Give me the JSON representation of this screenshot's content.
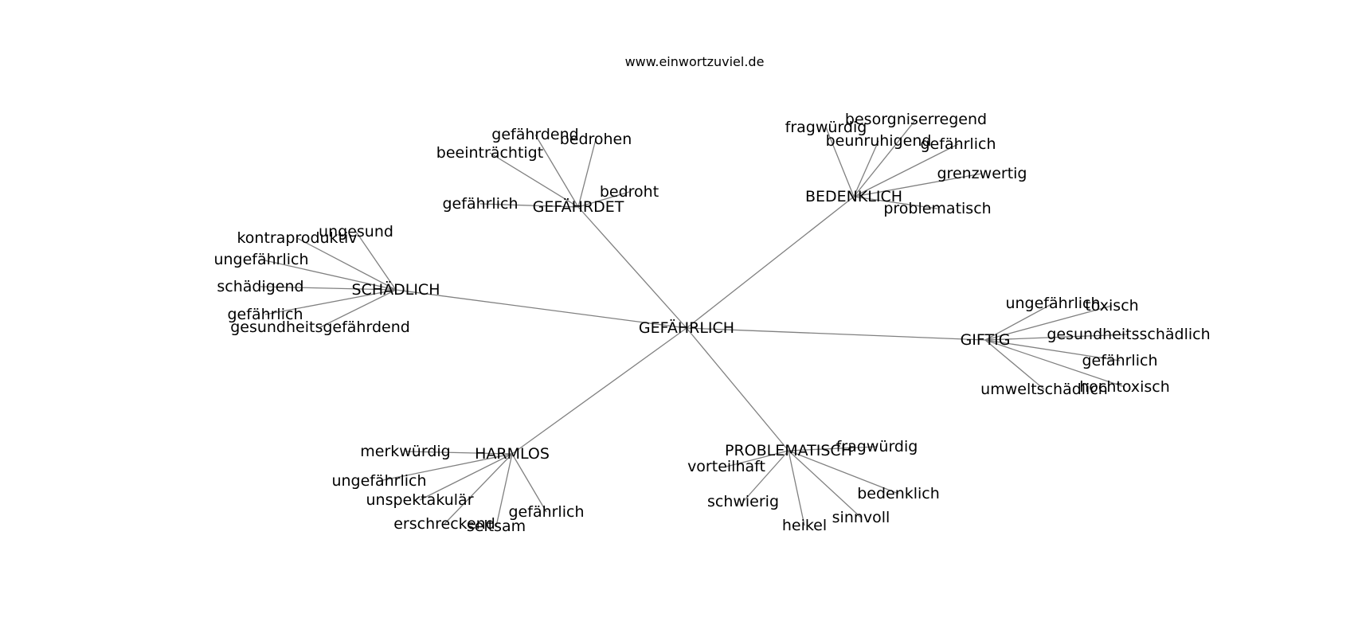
{
  "header": {
    "site": "www.einwortzuviel.de"
  },
  "center": {
    "id": "root",
    "label": "GEFÄHRLICH"
  },
  "nodes": [
    {
      "id": "root",
      "label": "GEFÄHRLICH"
    },
    {
      "id": "h1",
      "label": "GEFÄHRDET"
    },
    {
      "id": "h2",
      "label": "BEDENKLICH"
    },
    {
      "id": "h3",
      "label": "SCHÄDLICH"
    },
    {
      "id": "h4",
      "label": "GIFTIG"
    },
    {
      "id": "h5",
      "label": "HARMLOS"
    },
    {
      "id": "h6",
      "label": "PROBLEMATISCH"
    },
    {
      "id": "h1a",
      "label": "gefährdend"
    },
    {
      "id": "h1b",
      "label": "bedrohen"
    },
    {
      "id": "h1c",
      "label": "beeinträchtigt"
    },
    {
      "id": "h1d",
      "label": "bedroht"
    },
    {
      "id": "h1e",
      "label": "gefährlich"
    },
    {
      "id": "h2a",
      "label": "besorgniserregend"
    },
    {
      "id": "h2b",
      "label": "fragwürdig"
    },
    {
      "id": "h2c",
      "label": "beunruhigend"
    },
    {
      "id": "h2d",
      "label": "gefährlich"
    },
    {
      "id": "h2e",
      "label": "grenzwertig"
    },
    {
      "id": "h2f",
      "label": "problematisch"
    },
    {
      "id": "h3a",
      "label": "ungesund"
    },
    {
      "id": "h3b",
      "label": "kontraproduktiv"
    },
    {
      "id": "h3c",
      "label": "ungefährlich"
    },
    {
      "id": "h3d",
      "label": "schädigend"
    },
    {
      "id": "h3e",
      "label": "gefährlich"
    },
    {
      "id": "h3f",
      "label": "gesundheitsgefährdend"
    },
    {
      "id": "h4a",
      "label": "ungefährlich"
    },
    {
      "id": "h4b",
      "label": "toxisch"
    },
    {
      "id": "h4c",
      "label": "gesundheitsschädlich"
    },
    {
      "id": "h4d",
      "label": "gefährlich"
    },
    {
      "id": "h4e",
      "label": "hochtoxisch"
    },
    {
      "id": "h4f",
      "label": "umweltschädlich"
    },
    {
      "id": "h5a",
      "label": "merkwürdig"
    },
    {
      "id": "h5b",
      "label": "ungefährlich"
    },
    {
      "id": "h5c",
      "label": "unspektakulär"
    },
    {
      "id": "h5d",
      "label": "erschreckend"
    },
    {
      "id": "h5e",
      "label": "seltsam"
    },
    {
      "id": "h5f",
      "label": "gefährlich"
    },
    {
      "id": "h6a",
      "label": "fragwürdig"
    },
    {
      "id": "h6b",
      "label": "vorteilhaft"
    },
    {
      "id": "h6c",
      "label": "bedenklich"
    },
    {
      "id": "h6d",
      "label": "schwierig"
    },
    {
      "id": "h6e",
      "label": "sinnvoll"
    },
    {
      "id": "h6f",
      "label": "heikel"
    }
  ],
  "edges": [
    [
      "root",
      "h1"
    ],
    [
      "root",
      "h2"
    ],
    [
      "root",
      "h3"
    ],
    [
      "root",
      "h4"
    ],
    [
      "root",
      "h5"
    ],
    [
      "root",
      "h6"
    ],
    [
      "h1",
      "h1a"
    ],
    [
      "h1",
      "h1b"
    ],
    [
      "h1",
      "h1c"
    ],
    [
      "h1",
      "h1d"
    ],
    [
      "h1",
      "h1e"
    ],
    [
      "h2",
      "h2a"
    ],
    [
      "h2",
      "h2b"
    ],
    [
      "h2",
      "h2c"
    ],
    [
      "h2",
      "h2d"
    ],
    [
      "h2",
      "h2e"
    ],
    [
      "h2",
      "h2f"
    ],
    [
      "h3",
      "h3a"
    ],
    [
      "h3",
      "h3b"
    ],
    [
      "h3",
      "h3c"
    ],
    [
      "h3",
      "h3d"
    ],
    [
      "h3",
      "h3e"
    ],
    [
      "h3",
      "h3f"
    ],
    [
      "h4",
      "h4a"
    ],
    [
      "h4",
      "h4b"
    ],
    [
      "h4",
      "h4c"
    ],
    [
      "h4",
      "h4d"
    ],
    [
      "h4",
      "h4e"
    ],
    [
      "h4",
      "h4f"
    ],
    [
      "h5",
      "h5a"
    ],
    [
      "h5",
      "h5b"
    ],
    [
      "h5",
      "h5c"
    ],
    [
      "h5",
      "h5d"
    ],
    [
      "h5",
      "h5e"
    ],
    [
      "h5",
      "h5f"
    ],
    [
      "h6",
      "h6a"
    ],
    [
      "h6",
      "h6b"
    ],
    [
      "h6",
      "h6c"
    ],
    [
      "h6",
      "h6d"
    ],
    [
      "h6",
      "h6e"
    ],
    [
      "h6",
      "h6f"
    ]
  ],
  "colors": {
    "edge": "#808080",
    "text": "#000000",
    "background": "#ffffff"
  }
}
